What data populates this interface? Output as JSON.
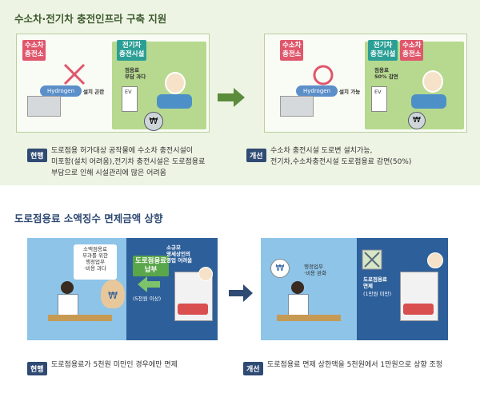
{
  "section1": {
    "title": "수소차·전기차 충전인프라 구축 지원",
    "before": {
      "hydrogen_tag": "수소차\n충전소",
      "ev_tag": "전기차\n충전시설",
      "install_note": "설치 곤란",
      "burden_note": "점용료\n부담 과다",
      "hydrogen_label": "Hydrogen",
      "ev_label": "EV"
    },
    "after": {
      "hydrogen_tag": "수소차\n충전소",
      "ev_tag": "전기차\n충전시설",
      "hydrogen_tag2": "수소차\n충전소",
      "install_note": "설치 가능",
      "reduce_note": "점용료\n50% 감면",
      "hydrogen_label": "Hydrogen",
      "ev_label": "EV"
    },
    "current_badge": "현행",
    "current_text": "도로점용 허가대상 공작물에 수소차 충전시설이\n미포함(설치 어려움),전기차 충전시설은 도로점용료\n부담으로 인해 시설관리에 많은 어려움",
    "improve_badge": "개선",
    "improve_text": "수소차 충전시설 도로변 설치가능,\n전기차,수소차충전시설 도로점용료 감면(50%)"
  },
  "section2": {
    "title": "도로점용료 소액징수 면제금액 상향",
    "before": {
      "bubble": "소액점용료\n부과를 위한\n행정업무\n·비용 과다",
      "pay_tag": "도로점용료\n납부",
      "merchant_note": "소규모\n영세상인의\n영업 어려움",
      "amount_note": "(5천원 이상)"
    },
    "after": {
      "relief_note": "행정업무\n·비용 완화",
      "exempt_tag": "도로점용료\n면제",
      "exempt_amount": "(1만원 미만)"
    },
    "current_badge": "현행",
    "current_text": "도로점용료가 5천원 미만인 경우에만 면제",
    "improve_badge": "개선",
    "improve_text": "도로점용료 면제 상한액을 5천원에서 1만원으로 상향 조정"
  },
  "colors": {
    "accent_green": "#3d5a2e",
    "accent_red": "#e0566b",
    "accent_teal": "#2b9f95",
    "navy": "#2f4a73"
  }
}
